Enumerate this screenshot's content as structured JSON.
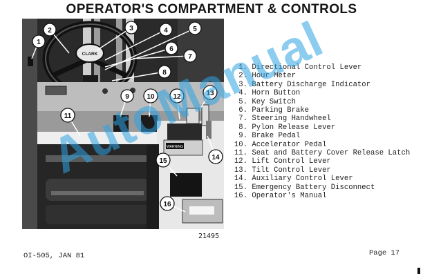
{
  "page": {
    "title": "OPERATOR'S COMPARTMENT & CONTROLS",
    "photo_number": "21495",
    "footer_left": "OI-505, JAN 81",
    "footer_right": "Page 17",
    "watermark": "AutoManual"
  },
  "photo_labels": [
    "1",
    "2",
    "3",
    "4",
    "5",
    "6",
    "7",
    "8",
    "9",
    "10",
    "11",
    "12",
    "13",
    "14",
    "15",
    "16"
  ],
  "photo_text": {
    "horn_brand": "CLARK",
    "warning_plate": "WARNING"
  },
  "legend": [
    {
      "num": "1.",
      "text": "Directional Control Lever"
    },
    {
      "num": "2.",
      "text": "Hour Meter"
    },
    {
      "num": "3.",
      "text": "Battery Discharge Indicator"
    },
    {
      "num": "4.",
      "text": "Horn Button"
    },
    {
      "num": "5.",
      "text": "Key Switch"
    },
    {
      "num": "6.",
      "text": "Parking Brake"
    },
    {
      "num": "7.",
      "text": "Steering Handwheel"
    },
    {
      "num": "8.",
      "text": "Pylon Release Lever"
    },
    {
      "num": "9.",
      "text": "Brake Pedal"
    },
    {
      "num": "10.",
      "text": "Accelerator Pedal"
    },
    {
      "num": "11.",
      "text": "Seat and Battery Cover Release Latch"
    },
    {
      "num": "12.",
      "text": "Lift Control Lever"
    },
    {
      "num": "13.",
      "text": "Tilt Control Lever"
    },
    {
      "num": "14.",
      "text": "Auxiliary Control Lever"
    },
    {
      "num": "15.",
      "text": "Emergency Battery Disconnect"
    },
    {
      "num": "16.",
      "text": "Operator's Manual"
    }
  ]
}
